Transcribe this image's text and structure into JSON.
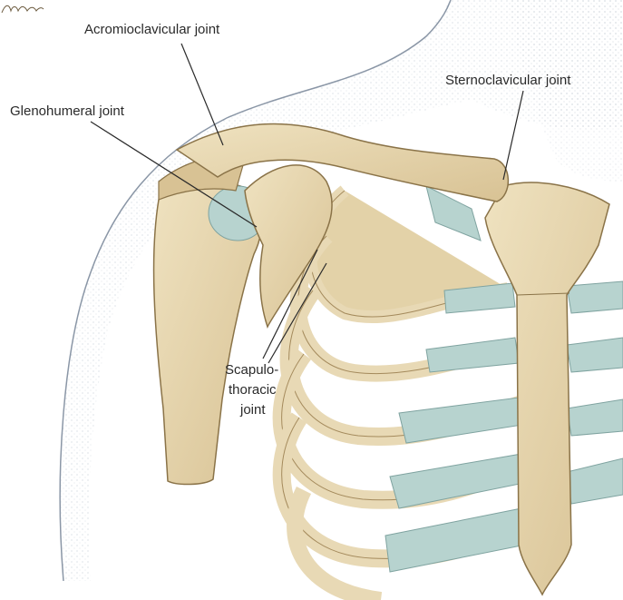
{
  "figure": {
    "labels": {
      "acromioclavicular": "Acromioclavicular joint",
      "glenohumeral": "Glenohumeral joint",
      "sternoclavicular": "Sternoclavicular joint",
      "scapulothoracic_line1": "Scapulo-",
      "scapulothoracic_line2": "thoracic",
      "scapulothoracic_line3": "joint"
    },
    "colors": {
      "bone": "#e8d9b5",
      "bone_shadow": "#c9b48a",
      "cartilage": "#b7d3cf",
      "skin_outline": "#8a96a6",
      "leader": "#2a2a2a"
    },
    "signature_text": "Netter"
  }
}
